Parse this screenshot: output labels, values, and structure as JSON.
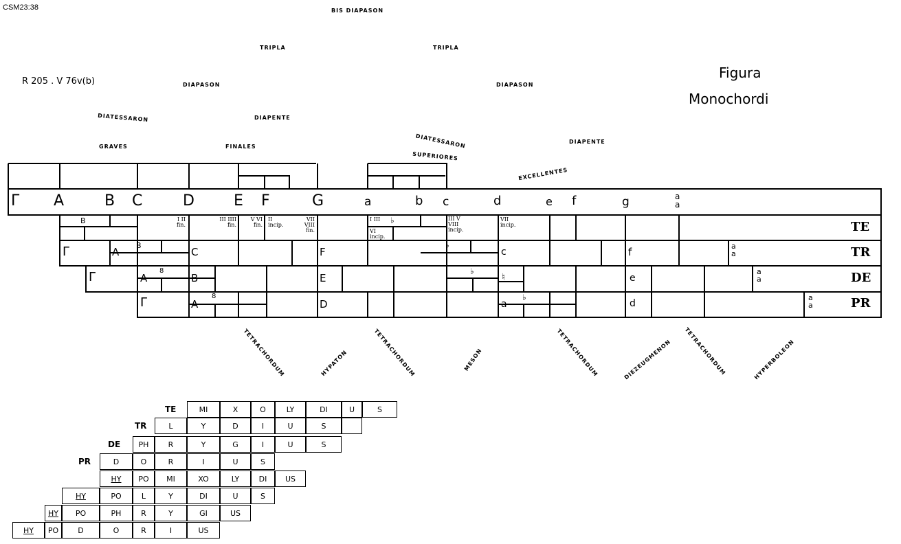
{
  "header": {
    "code": "CSM23:38",
    "reference": "R 205 . V 76v(b)",
    "title_line1": "Figura",
    "title_line2": "Monochordi"
  },
  "intervals": {
    "bisdiapason": "BIS DIAPASON",
    "tripla_left": "TRIPLA",
    "tripla_right": "TRIPLA",
    "diapason_left": "DIAPASON",
    "diapason_right": "DIAPASON",
    "diatessaron_left": "DIATESSARON",
    "diatessaron_right": "DIATESSARON",
    "diapente_left": "DIAPENTE",
    "diapente_right": "DIAPENTE"
  },
  "regions": {
    "graves": "GRAVES",
    "finales": "FINALES",
    "superiores": "SUPERIORES",
    "excellentes": "EXCELLENTES"
  },
  "gamut": [
    "Γ",
    "A",
    "B",
    "C",
    "D",
    "E",
    "F",
    "G",
    "a",
    "b",
    "c",
    "d",
    "e",
    "f",
    "g",
    "a a"
  ],
  "rows": {
    "te": "TE",
    "tr": "TR",
    "de": "DE",
    "pr": "PR"
  },
  "mode_notes": {
    "b_te": "B",
    "n1": "I II fin.",
    "n2": "III IIII fin.",
    "n3": "V VI fin.",
    "n4": "II incip.",
    "n5": "VII VIII fin.",
    "n6": "I III",
    "n6b": "VI incip.",
    "flat1": "♭",
    "n7": "III V VIII incip.",
    "n8": "VII incip."
  },
  "tr_notes": {
    "gamma": "Γ",
    "a": "A",
    "b": "B",
    "c": "C",
    "f": "F",
    "flat": "♭",
    "c2": "c",
    "f2": "f",
    "aa": "a a"
  },
  "de_notes": {
    "gamma": "Γ",
    "a": "A",
    "b8": "8",
    "b": "B",
    "e": "E",
    "flat": "♭",
    "b2": "♮",
    "e2": "e",
    "aa": "a a"
  },
  "pr_notes": {
    "gamma": "Γ",
    "a": "A",
    "b8": "8",
    "d": "D",
    "a2": "a",
    "flat": "♭",
    "d2": "d",
    "aa": "a a"
  },
  "tetrachords": [
    "TETRACHORDUM",
    "HYPATON",
    "TETRACHORDUM",
    "MESON",
    "TETRACHORDUM",
    "DIEZEUGMENON",
    "TETRACHORDUM",
    "HYPERBOLEON"
  ],
  "modes_table": [
    {
      "label": "TE",
      "cells": [
        "MI",
        "X",
        "O",
        "LY",
        "DI",
        "U",
        "S"
      ]
    },
    {
      "label": "TR",
      "cells": [
        "L",
        "Y",
        "D",
        "I",
        "U",
        "S",
        ""
      ]
    },
    {
      "label": "DE",
      "cells": [
        "PH",
        "R",
        "Y",
        "G",
        "I",
        "U",
        "S"
      ]
    },
    {
      "label": "PR",
      "cells": [
        "D",
        "O",
        "R",
        "I",
        "U",
        "S"
      ]
    },
    {
      "label": "",
      "cells": [
        "HY",
        "PO",
        "MI",
        "XO",
        "LY",
        "DI",
        "US"
      ]
    },
    {
      "label": "",
      "cells": [
        "HY",
        "PO",
        "L",
        "Y",
        "DI",
        "U",
        "S"
      ]
    },
    {
      "label": "",
      "cells": [
        "HY",
        "PO",
        "PH",
        "R",
        "Y",
        "GI",
        "US"
      ]
    },
    {
      "label": "",
      "cells": [
        "HY",
        "PO",
        "D",
        "O",
        "R",
        "I",
        "US"
      ]
    }
  ]
}
